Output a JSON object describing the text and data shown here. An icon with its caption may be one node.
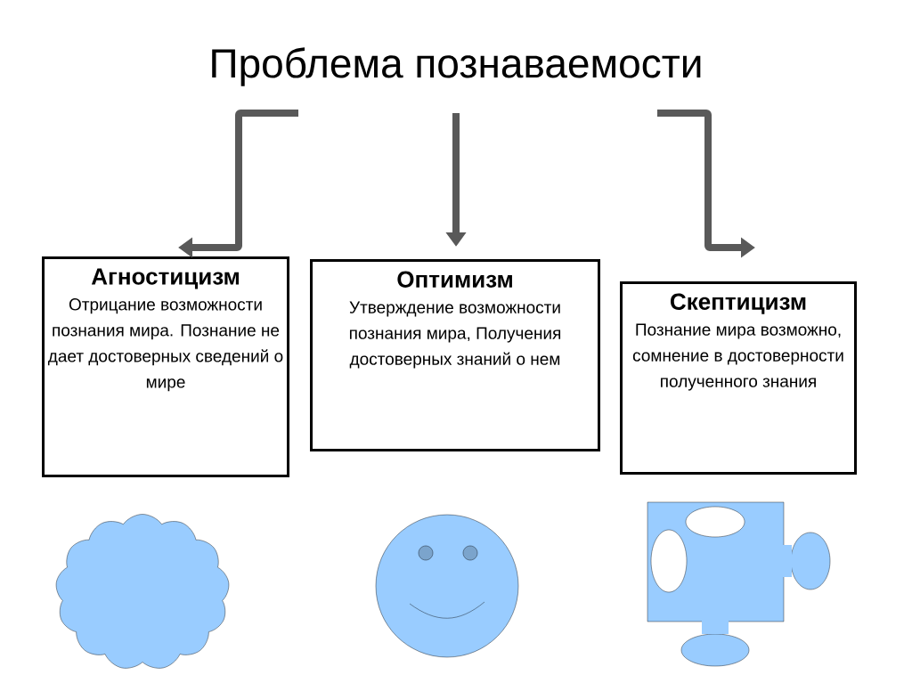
{
  "diagram": {
    "nodes": [
      {
        "text": [
          "Проблема познаваемости"
        ]
      },
      {
        "text": [
          "Агностицизм",
          "Отрицание возможности познания мира. Познание не дает достоверных сведений о мире"
        ]
      },
      {
        "text": [
          "Оптимизм",
          "Утверждение возможности познания мира, Получения достоверных знаний о нем"
        ]
      },
      {
        "text": [
          "Скептицизм",
          "Познание мира возможно, сомнение в достоверности полученного знания"
        ]
      }
    ],
    "edges": [
      {
        "from": 0,
        "to": 1,
        "arrow": "to"
      },
      {
        "from": 0,
        "to": 2,
        "arrow": "to"
      },
      {
        "from": 0,
        "to": 3,
        "arrow": "to"
      }
    ]
  }
}
